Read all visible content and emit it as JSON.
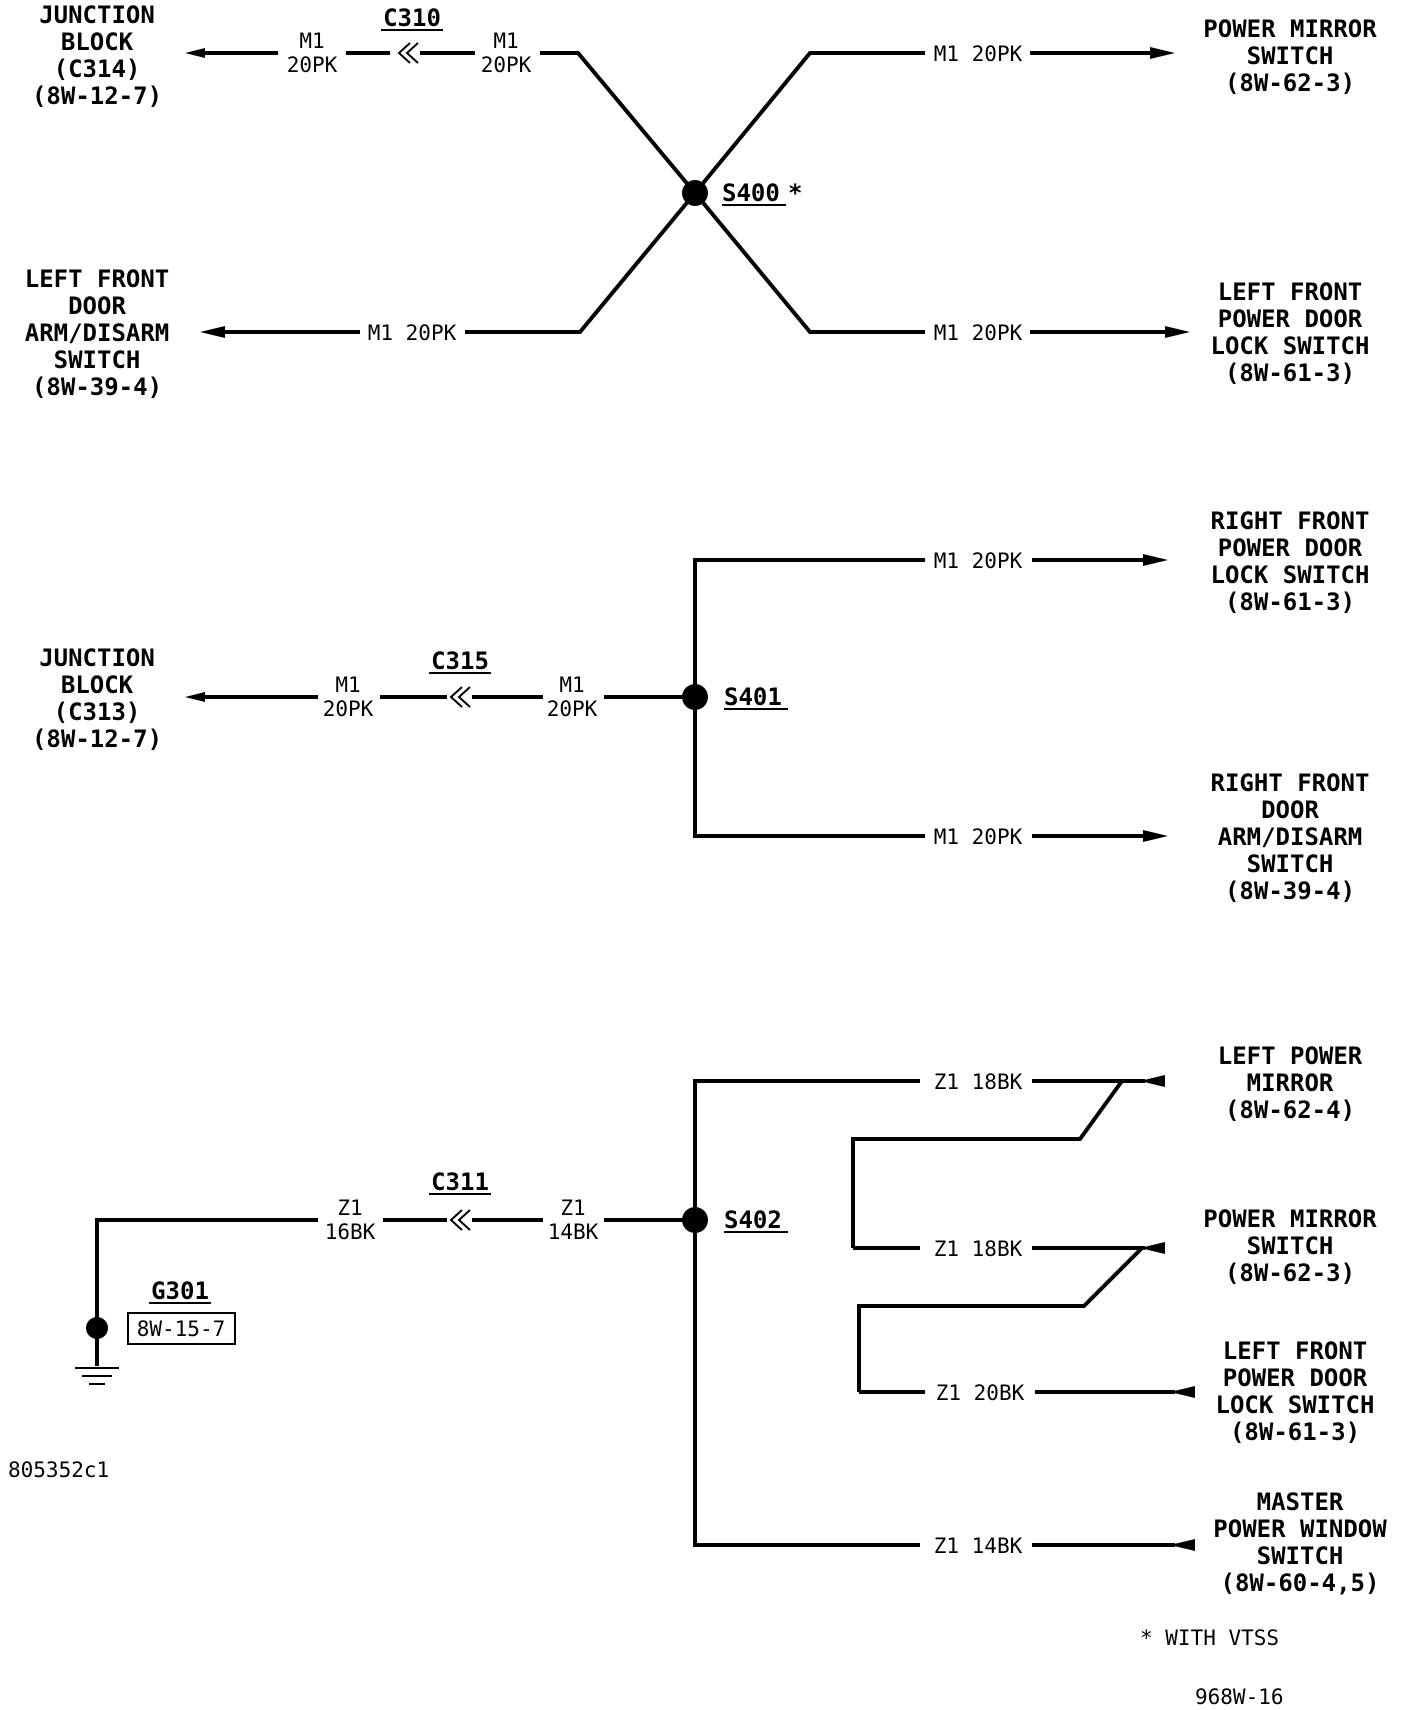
{
  "components": {
    "junction_block_c314": [
      "JUNCTION",
      "BLOCK",
      "(C314)",
      "(8W-12-7)"
    ],
    "power_mirror_switch_top": [
      "POWER MIRROR",
      "SWITCH",
      "(8W-62-3)"
    ],
    "left_front_door_arm_disarm": [
      "LEFT FRONT",
      "DOOR",
      "ARM/DISARM",
      "SWITCH",
      "(8W-39-4)"
    ],
    "left_front_power_door_lock_top": [
      "LEFT FRONT",
      "POWER DOOR",
      "LOCK SWITCH",
      "(8W-61-3)"
    ],
    "right_front_power_door_lock": [
      "RIGHT FRONT",
      "POWER DOOR",
      "LOCK SWITCH",
      "(8W-61-3)"
    ],
    "junction_block_c313": [
      "JUNCTION",
      "BLOCK",
      "(C313)",
      "(8W-12-7)"
    ],
    "right_front_door_arm_disarm": [
      "RIGHT FRONT",
      "DOOR",
      "ARM/DISARM",
      "SWITCH",
      "(8W-39-4)"
    ],
    "left_power_mirror": [
      "LEFT POWER",
      "MIRROR",
      "(8W-62-4)"
    ],
    "power_mirror_switch_bottom": [
      "POWER MIRROR",
      "SWITCH",
      "(8W-62-3)"
    ],
    "left_front_power_door_lock_bottom": [
      "LEFT FRONT",
      "POWER DOOR",
      "LOCK SWITCH",
      "(8W-61-3)"
    ],
    "master_power_window_switch": [
      "MASTER",
      "POWER WINDOW",
      "SWITCH",
      "(8W-60-4,5)"
    ]
  },
  "connectors": {
    "c310": "C310",
    "c315": "C315",
    "c311": "C311"
  },
  "splices": {
    "s400": "S400",
    "s400_mark": "*",
    "s401": "S401",
    "s402": "S402"
  },
  "ground": {
    "name": "G301",
    "ref": "8W-15-7"
  },
  "wires": {
    "m1": "M1",
    "m1_20pk": "M1 20PK",
    "pk20": "20PK",
    "z1": "Z1",
    "bk16": "16BK",
    "bk14": "14BK",
    "z1_18bk": "Z1 18BK",
    "z1_20bk": "Z1 20BK",
    "z1_14bk": "Z1 14BK"
  },
  "notes": {
    "image_code": "805352c1",
    "footnote": "* WITH VTSS",
    "page": "968W-16"
  }
}
